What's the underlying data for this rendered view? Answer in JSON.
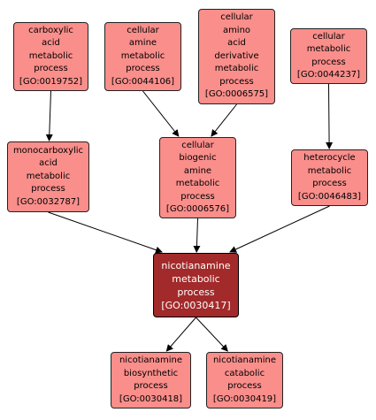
{
  "colors": {
    "node_fill": "#f98e8b",
    "focus_fill": "#a32a2a",
    "edge": "#000000"
  },
  "nodes": {
    "carboxylic": {
      "lines": [
        "carboxylic",
        "acid",
        "metabolic",
        "process"
      ],
      "go_id": "[GO:0019752]"
    },
    "cell_amine": {
      "lines": [
        "cellular",
        "amine",
        "metabolic",
        "process"
      ],
      "go_id": "[GO:0044106]"
    },
    "cell_amino": {
      "lines": [
        "cellular",
        "amino",
        "acid",
        "derivative",
        "metabolic",
        "process"
      ],
      "go_id": "[GO:0006575]"
    },
    "cell_metab": {
      "lines": [
        "cellular",
        "metabolic",
        "process"
      ],
      "go_id": "[GO:0044237]"
    },
    "monocarb": {
      "lines": [
        "monocarboxylic",
        "acid",
        "metabolic",
        "process"
      ],
      "go_id": "[GO:0032787]"
    },
    "biogenic": {
      "lines": [
        "cellular",
        "biogenic",
        "amine",
        "metabolic",
        "process"
      ],
      "go_id": "[GO:0006576]"
    },
    "heterocycle": {
      "lines": [
        "heterocycle",
        "metabolic",
        "process"
      ],
      "go_id": "[GO:0046483]"
    },
    "nicotianamine": {
      "lines": [
        "nicotianamine",
        "metabolic",
        "process"
      ],
      "go_id": "[GO:0030417]"
    },
    "biosynthetic": {
      "lines": [
        "nicotianamine",
        "biosynthetic",
        "process"
      ],
      "go_id": "[GO:0030418]"
    },
    "catabolic": {
      "lines": [
        "nicotianamine",
        "catabolic",
        "process"
      ],
      "go_id": "[GO:0030419]"
    }
  },
  "edges": [
    [
      "carboxylic",
      "monocarb"
    ],
    [
      "cell_amine",
      "biogenic"
    ],
    [
      "cell_amino",
      "biogenic"
    ],
    [
      "cell_metab",
      "heterocycle"
    ],
    [
      "monocarb",
      "nicotianamine"
    ],
    [
      "biogenic",
      "nicotianamine"
    ],
    [
      "heterocycle",
      "nicotianamine"
    ],
    [
      "nicotianamine",
      "biosynthetic"
    ],
    [
      "nicotianamine",
      "catabolic"
    ]
  ]
}
